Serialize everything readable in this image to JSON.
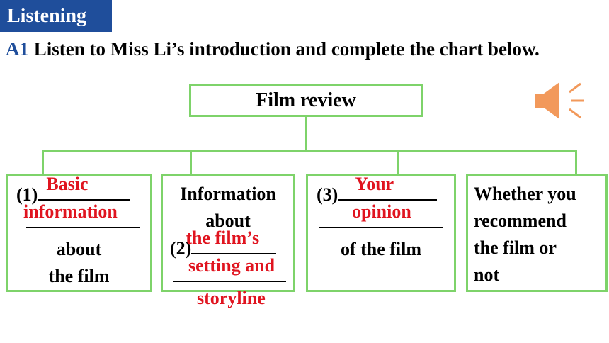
{
  "section_tag": "Listening",
  "instruction": {
    "number": "A1",
    "text": " Listen to Miss Li’s introduction and complete the chart below."
  },
  "diagram": {
    "root": "Film review",
    "boxes": [
      {
        "prefix": "(1)",
        "line2_after": "about",
        "line3": "the film",
        "answer_a": "Basic",
        "answer_b": "information"
      },
      {
        "line1": "Information",
        "line2": "about",
        "prefix": "(2)",
        "answer_a": "the film’s",
        "answer_b": "setting and",
        "answer_c": "storyline"
      },
      {
        "prefix": "(3)",
        "line3": "of the film",
        "answer_a": "Your",
        "answer_b": "opinion"
      },
      {
        "line1": "Whether you",
        "line2": "recommend",
        "line3": "the film or",
        "line4": "not"
      }
    ]
  },
  "colors": {
    "tag_bg": "#1f4e9b",
    "box_border": "#7ed36a",
    "answer": "#e0141f",
    "speaker": "#f2995b"
  },
  "icons": {
    "audio": "speaker-icon"
  }
}
